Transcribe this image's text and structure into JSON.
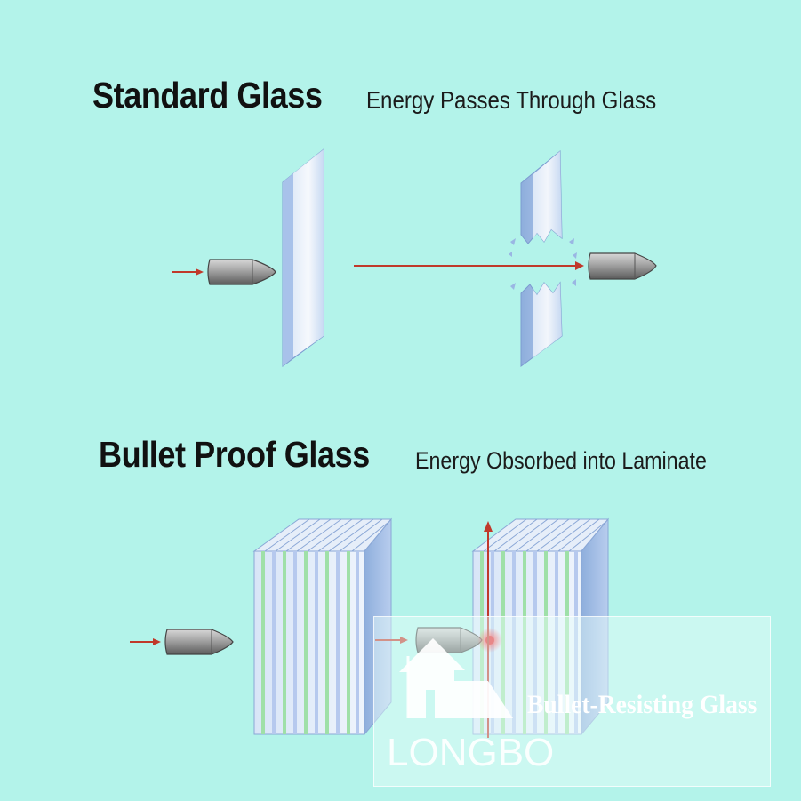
{
  "sections": [
    {
      "title": "Standard Glass",
      "subtitle": "Energy Passes Through Glass"
    },
    {
      "title": "Bullet Proof Glass",
      "subtitle": "Energy Obsorbed into Laminate"
    }
  ],
  "watermark": {
    "brand": "LONGBO",
    "caption": "Bullet-Resisting Glass"
  },
  "colors": {
    "background": "#b3f3ea",
    "arrow": "#c0392b",
    "bullet": "#8a8a8a",
    "glass": "#cfe0f5",
    "laminate_stripe": "#9fe0a8"
  },
  "icons": [
    "bullet-icon",
    "arrow-icon",
    "glass-pane-icon",
    "laminate-block-icon",
    "house-logo-icon"
  ]
}
